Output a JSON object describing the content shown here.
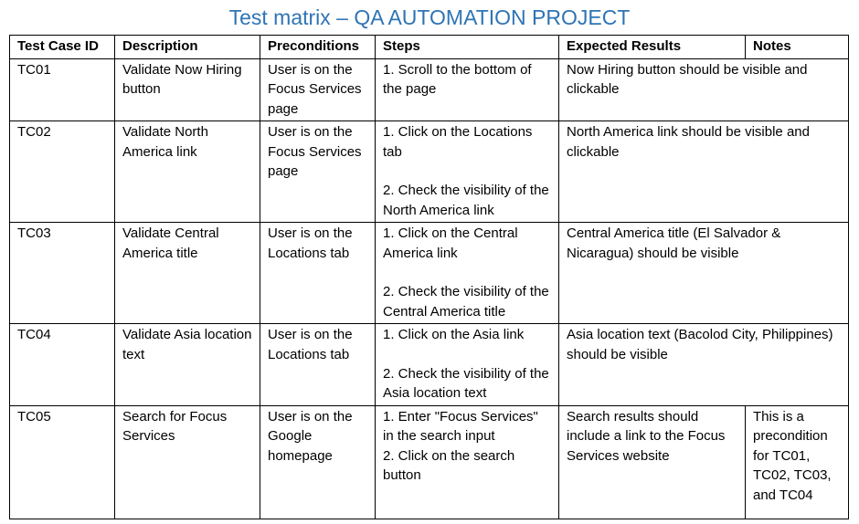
{
  "title": "Test matrix – QA AUTOMATION PROJECT",
  "headers": [
    "Test Case ID",
    "Description",
    "Preconditions",
    "Steps",
    "Expected Results",
    "Notes"
  ],
  "rows": [
    {
      "id": "TC01",
      "description": "Validate Now Hiring button",
      "preconditions": "User is on the Focus Services page",
      "steps": [
        "1. Scroll to the bottom of the page"
      ],
      "expected": "Now Hiring button should be visible and clickable",
      "notes": ""
    },
    {
      "id": "TC02",
      "description": "Validate North America link",
      "preconditions": "User is on the Focus Services page",
      "steps": [
        "1. Click on the Locations tab",
        "2. Check the visibility of the North America link"
      ],
      "expected": "North America link should be visible and clickable",
      "notes": ""
    },
    {
      "id": "TC03",
      "description": "Validate Central America title",
      "preconditions": "User is on the Locations tab",
      "steps": [
        "1. Click on the Central America link",
        "2. Check the visibility of the Central America title"
      ],
      "expected": "Central America title (El Salvador & Nicaragua) should be visible",
      "notes": ""
    },
    {
      "id": "TC04",
      "description": "Validate Asia location text",
      "preconditions": "User is on the Locations tab",
      "steps": [
        "1. Click on the Asia link",
        "2. Check the visibility of the Asia location text"
      ],
      "expected": "Asia location text (Bacolod City, Philippines) should be visible",
      "notes": ""
    },
    {
      "id": "TC05",
      "description": "Search for Focus Services",
      "preconditions": "User is on the Google homepage",
      "steps": [
        "1. Enter \"Focus Services\" in the search input",
        "2. Click on the search button"
      ],
      "expected": "Search results should include a link to the Focus Services website",
      "notes": "This is a precondition for TC01, TC02, TC03, and TC04"
    }
  ]
}
